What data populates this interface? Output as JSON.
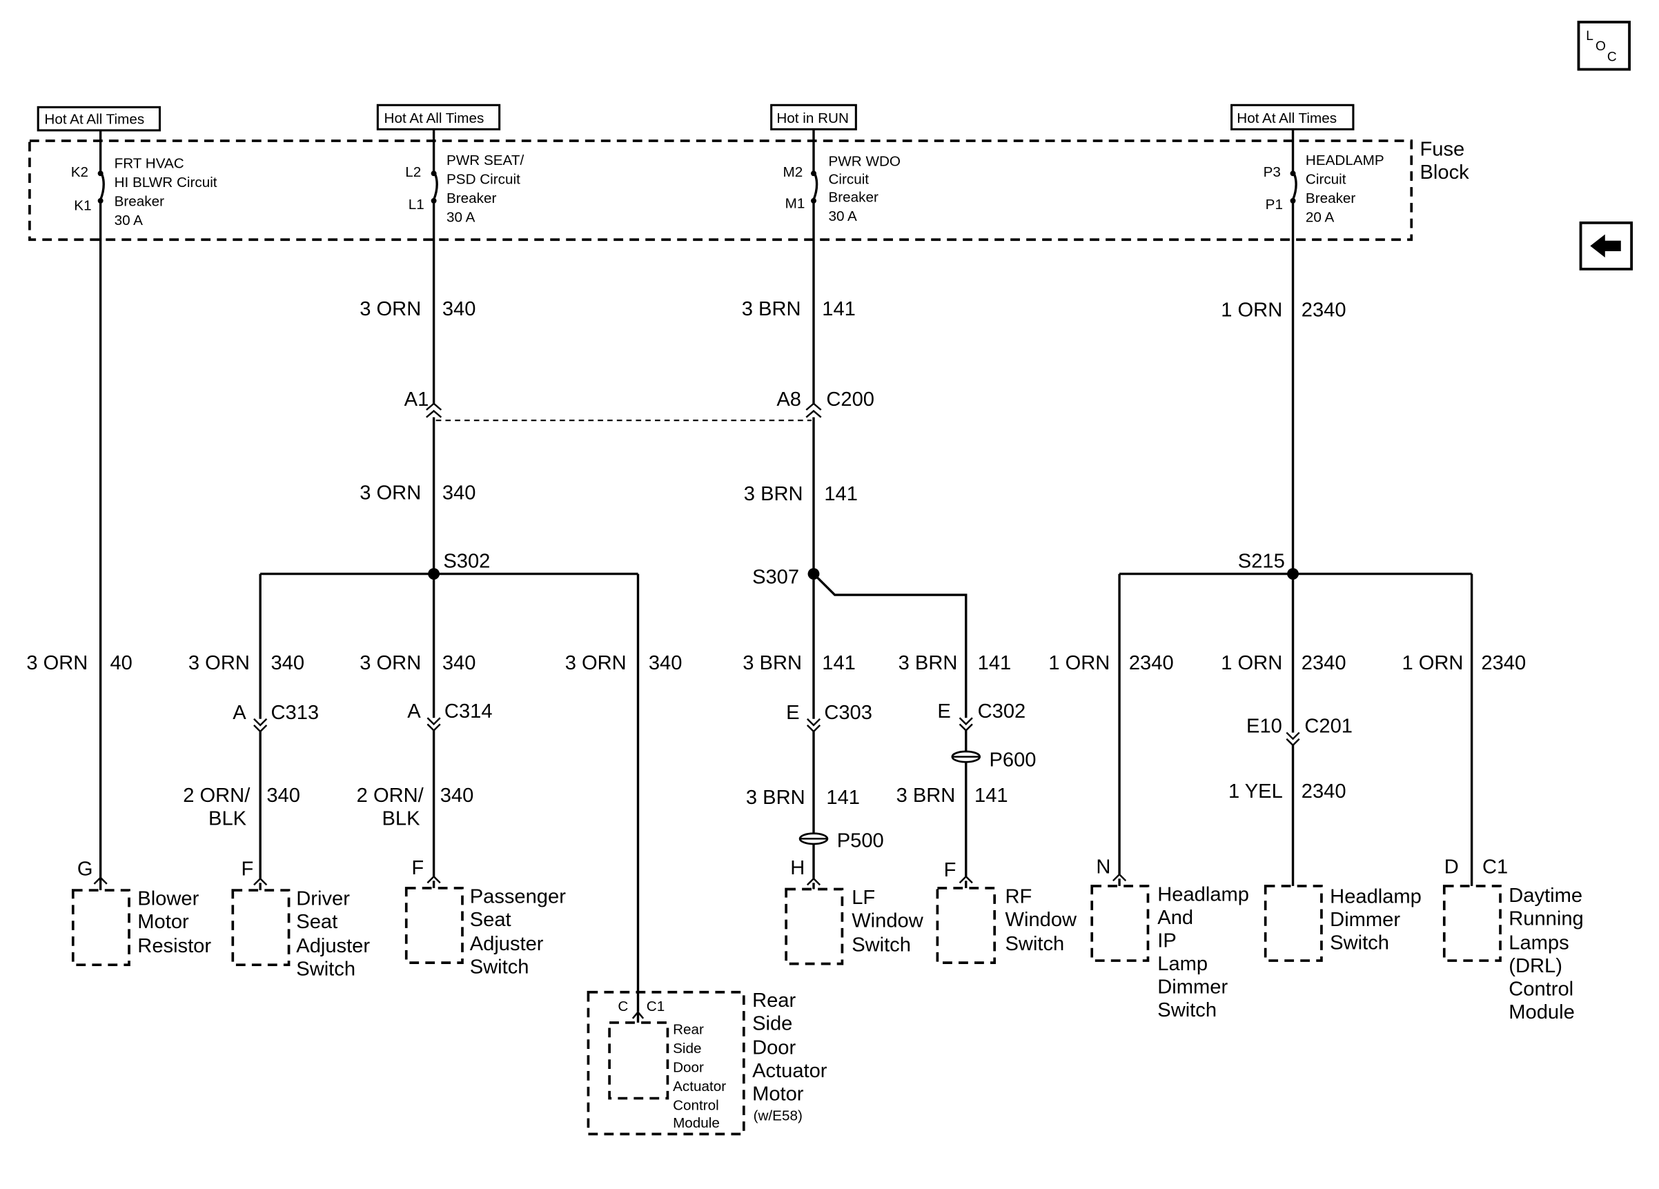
{
  "nav": {
    "loc_l": "L",
    "loc_o": "O",
    "loc_c": "C",
    "back_icon": "arrow-left-icon"
  },
  "fuse_block": {
    "label_line1": "Fuse",
    "label_line2": "Block",
    "feeds": [
      {
        "hot": "Hot At All Times",
        "in_pin": "K2",
        "out_pin": "K1",
        "desc": [
          "FRT HVAC",
          "HI BLWR Circuit",
          "Breaker",
          "30 A"
        ]
      },
      {
        "hot": "Hot At All Times",
        "in_pin": "L2",
        "out_pin": "L1",
        "desc": [
          "PWR SEAT/",
          "PSD Circuit",
          "Breaker",
          "30 A"
        ]
      },
      {
        "hot": "Hot in RUN",
        "in_pin": "M2",
        "out_pin": "M1",
        "desc": [
          "PWR WDO",
          "Circuit",
          "Breaker",
          "30 A"
        ]
      },
      {
        "hot": "Hot At All Times",
        "in_pin": "P3",
        "out_pin": "P1",
        "desc": [
          "HEADLAMP",
          "Circuit",
          "Breaker",
          "20 A"
        ]
      }
    ]
  },
  "wires": {
    "w40_color": "3 ORN",
    "w40_num": "40",
    "w340a_color": "3 ORN",
    "w340a_num": "340",
    "w340b_color": "3 ORN",
    "w340b_num": "340",
    "w141a_color": "3 BRN",
    "w141a_num": "141",
    "w141b_color": "3 BRN",
    "w141b_num": "141",
    "w2340_color": "1 ORN",
    "w2340_num": "2340",
    "drv_color": "3 ORN",
    "drv_num": "340",
    "pass_color": "3 ORN",
    "pass_num": "340",
    "rear_color": "3 ORN",
    "rear_num": "340",
    "lf_color": "3 BRN",
    "lf_num": "141",
    "rf_color": "3 BRN",
    "rf_num": "141",
    "hl1_color": "1 ORN",
    "hl1_num": "2340",
    "hl2_color": "1 ORN",
    "hl2_num": "2340",
    "hl3_color": "1 ORN",
    "hl3_num": "2340",
    "drv2_color_l1": "2 ORN/",
    "drv2_color_l2": "BLK",
    "drv2_num": "340",
    "pass2_color_l1": "2 ORN/",
    "pass2_color_l2": "BLK",
    "pass2_num": "340",
    "lf2_color": "3 BRN",
    "lf2_num": "141",
    "rf2_color": "3 BRN",
    "rf2_num": "141",
    "hl2b_color": "1 YEL",
    "hl2b_num": "2340"
  },
  "connectors": {
    "c200_pin_a": "A1",
    "c200_pin_b": "A8",
    "c200_name": "C200",
    "c313_pin": "A",
    "c313_name": "C313",
    "c314_pin": "A",
    "c314_name": "C314",
    "c303_pin": "E",
    "c303_name": "C303",
    "c302_pin": "E",
    "c302_name": "C302",
    "c201_pin": "E10",
    "c201_name": "C201",
    "p600": "P600",
    "p500": "P500"
  },
  "splices": {
    "s302": "S302",
    "s307": "S307",
    "s215": "S215"
  },
  "components": {
    "blower": {
      "pin": "G",
      "name": [
        "Blower",
        "Motor",
        "Resistor"
      ]
    },
    "driver_seat": {
      "pin": "F",
      "name": [
        "Driver",
        "Seat",
        "Adjuster",
        "Switch"
      ]
    },
    "pass_seat": {
      "pin": "F",
      "name": [
        "Passenger",
        "Seat",
        "Adjuster",
        "Switch"
      ]
    },
    "rear_door": {
      "pin": "C",
      "conn": "C1",
      "inner": [
        "Rear",
        "Side",
        "Door",
        "Actuator",
        "Control",
        "Module"
      ],
      "name": [
        "Rear",
        "Side",
        "Door",
        "Actuator",
        "Motor"
      ],
      "note": "(w/E58)"
    },
    "lf_window": {
      "pin": "H",
      "name": [
        "LF",
        "Window",
        "Switch"
      ]
    },
    "rf_window": {
      "pin": "F",
      "name": [
        "RF",
        "Window",
        "Switch"
      ]
    },
    "hl_ip": {
      "pin": "N",
      "name": [
        "Headlamp",
        "And",
        "IP",
        "Lamp",
        "Dimmer",
        "Switch"
      ]
    },
    "hl_dimmer": {
      "name": [
        "Headlamp",
        "Dimmer",
        "Switch"
      ]
    },
    "drl": {
      "pin": "D",
      "conn": "C1",
      "name": [
        "Daytime",
        "Running",
        "Lamps",
        "(DRL)",
        "Control",
        "Module"
      ]
    }
  }
}
